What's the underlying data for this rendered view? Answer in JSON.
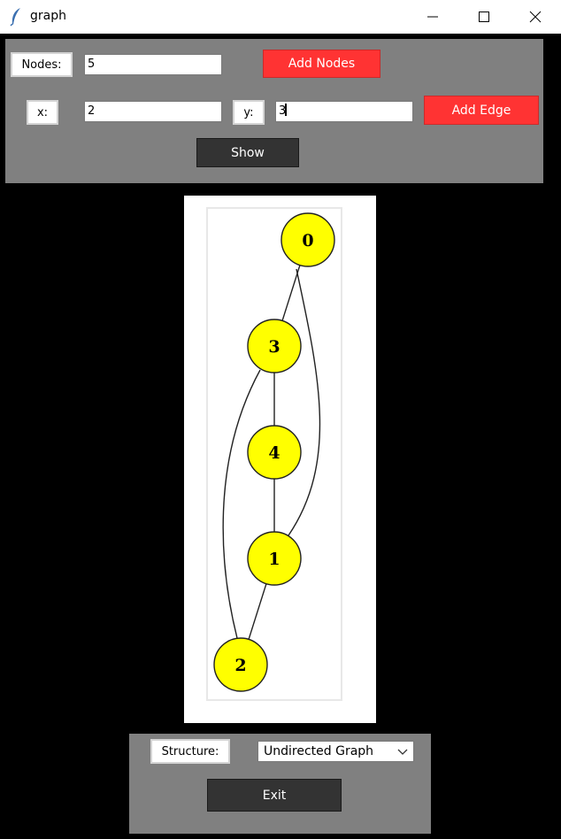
{
  "window": {
    "title": "graph"
  },
  "controls": {
    "nodes_label": "Nodes:",
    "nodes_value": "5",
    "add_nodes_label": "Add Nodes",
    "x_label": "x:",
    "x_value": "2",
    "y_label": "y:",
    "y_value": "3",
    "add_edge_label": "Add Edge",
    "show_label": "Show"
  },
  "graph": {
    "nodes": [
      {
        "id": "0",
        "label": "0"
      },
      {
        "id": "3",
        "label": "3"
      },
      {
        "id": "4",
        "label": "4"
      },
      {
        "id": "1",
        "label": "1"
      },
      {
        "id": "2",
        "label": "2"
      }
    ],
    "edges": [
      [
        "0",
        "3"
      ],
      [
        "0",
        "1"
      ],
      [
        "3",
        "4"
      ],
      [
        "3",
        "2"
      ],
      [
        "4",
        "1"
      ],
      [
        "1",
        "2"
      ]
    ],
    "node_color": "#ffff00"
  },
  "bottom": {
    "structure_label": "Structure:",
    "structure_selected": "Undirected Graph",
    "exit_label": "Exit"
  },
  "colors": {
    "accent_red": "#ff3333",
    "dark_button": "#333333",
    "panel_gray": "#808080"
  }
}
